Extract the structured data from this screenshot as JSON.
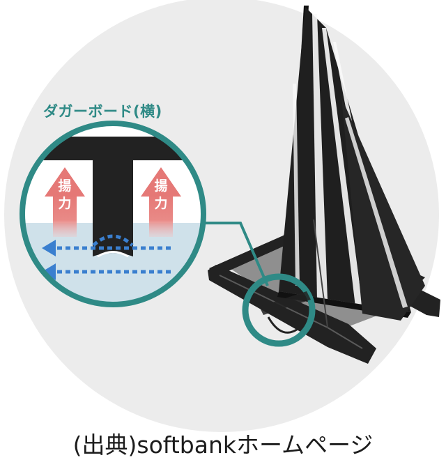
{
  "callout": {
    "title": "ダガーボード(横)"
  },
  "lift_labels": [
    {
      "line1": "揚",
      "line2": "力"
    },
    {
      "line1": "揚",
      "line2": "力"
    }
  ],
  "caption": "(出典)softbankホームページ",
  "colors": {
    "background_circle": "#ececec",
    "teal": "#2f8a86",
    "water": "#cfe1ea",
    "arrow_lift": "#e57876",
    "flow_arrow": "#3a7fcf",
    "boat": "#222222"
  }
}
